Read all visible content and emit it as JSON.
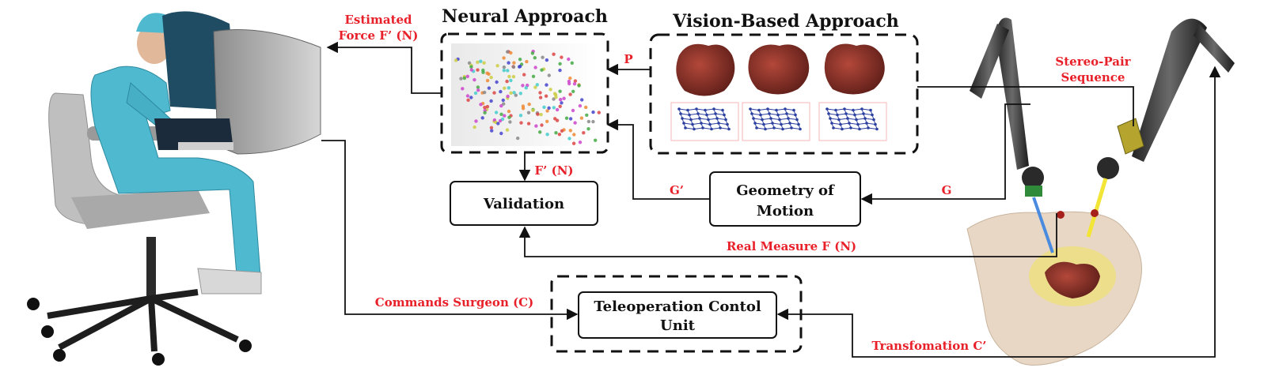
{
  "titles": {
    "neural": "Neural Approach",
    "vision": "Vision-Based Approach"
  },
  "boxes": {
    "validation": "Validation",
    "geometry_line1": "Geometry of",
    "geometry_line2": "Motion",
    "teleop_line1": "Teleoperation Contol",
    "teleop_line2": "Unit"
  },
  "labels": {
    "estimated_force_line1": "Estimated",
    "estimated_force_line2": "Force F’ (N)",
    "p": "P",
    "stereo_line1": "Stereo-Pair",
    "stereo_line2": "Sequence",
    "f_prime": "F’ (N)",
    "g_prime": "G’",
    "g": "G",
    "real_measure": "Real Measure F (N)",
    "commands_surgeon": "Commands Surgeon (C)",
    "transformation": "Transfomation C’"
  },
  "colors": {
    "label_red": "#e8202a",
    "box_stroke": "#111111",
    "heart": "#7a2a22",
    "grid_blue": "#2b3f9e"
  }
}
